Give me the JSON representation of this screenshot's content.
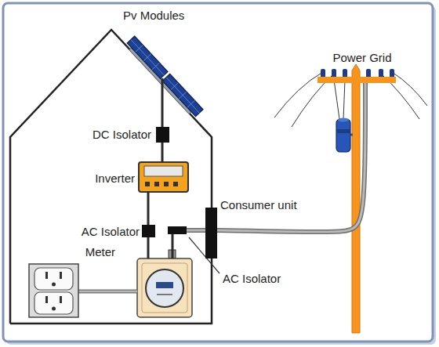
{
  "diagram": {
    "nodes": [
      {
        "text": [
          "Pv Modules"
        ]
      },
      {
        "text": [
          "DC Isolator"
        ]
      },
      {
        "text": [
          "Inverter"
        ]
      },
      {
        "text": [
          "AC Isolator"
        ]
      },
      {
        "text": [
          "Meter"
        ]
      },
      {
        "text": [
          "AC Isolator"
        ]
      },
      {
        "text": [
          "Consumer unit"
        ]
      },
      {
        "text": [
          "Power Grid"
        ]
      }
    ],
    "edges": [
      {
        "from": 0,
        "to": 1,
        "arrow": "none"
      },
      {
        "from": 1,
        "to": 2,
        "arrow": "none"
      },
      {
        "from": 2,
        "to": 3,
        "arrow": "none"
      },
      {
        "from": 3,
        "to": 4,
        "arrow": "none"
      },
      {
        "from": 4,
        "to": 5,
        "arrow": "none"
      },
      {
        "from": 5,
        "to": 6,
        "arrow": "none"
      },
      {
        "from": 6,
        "to": 7,
        "arrow": "none"
      }
    ]
  }
}
